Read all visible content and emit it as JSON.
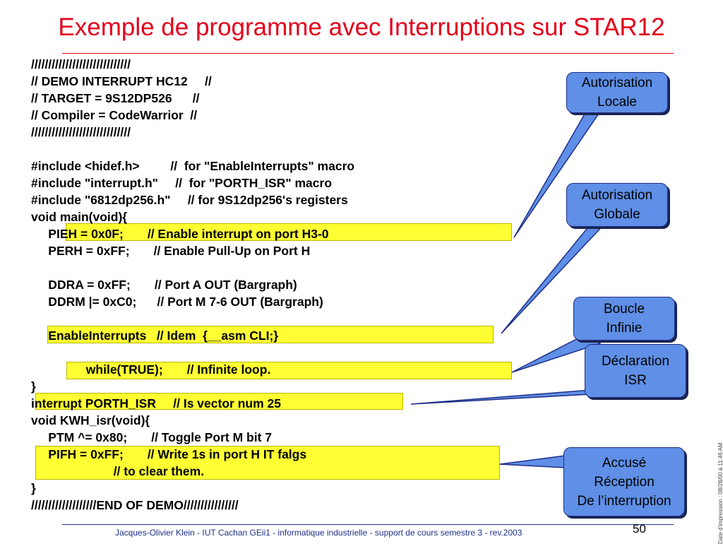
{
  "title": "Exemple de programme avec Interruptions sur STAR12",
  "code_lines": [
    "/////////////////////////////",
    "// DEMO INTERRUPT HC12     //",
    "// TARGET = 9S12DP526      //",
    "// Compiler = CodeWarrior  //",
    "/////////////////////////////",
    "",
    "#include <hidef.h>         //  for \"EnableInterrupts\" macro",
    "#include \"interrupt.h\"     //  for \"PORTH_ISR\" macro",
    "#include \"6812dp256.h\"     // for 9S12dp256's registers",
    "void main(void){",
    "     PIEH = 0x0F;       // Enable interrupt on port H3-0",
    "     PERH = 0xFF;       // Enable Pull-Up on Port H",
    "",
    "     DDRA = 0xFF;       // Port A OUT (Bargraph)",
    "     DDRM |= 0xC0;      // Port M 7-6 OUT (Bargraph)",
    "",
    "     EnableInterrupts   // Idem  {__asm CLI;}",
    "",
    "                while(TRUE);       // Infinite loop.",
    "}",
    "interrupt PORTH_ISR     // Is vector num 25",
    "void KWH_isr(void){",
    "     PTM ^= 0x80;       // Toggle Port M bit 7",
    "     PIFH = 0xFF;       // Write 1s in port H IT falgs",
    "                        // to clear them.",
    "}",
    "///////////////////END OF DEMO////////////////"
  ],
  "callouts": {
    "locale": [
      "Autorisation",
      "Locale"
    ],
    "globale": [
      "Autorisation",
      "Globale"
    ],
    "boucle": [
      "Boucle",
      "Infinie"
    ],
    "isr": [
      "Déclaration",
      "ISR"
    ],
    "accuse": [
      "Accusé",
      "Réception",
      "De l’interruption"
    ]
  },
  "footer": "Jacques-Olivier Klein - IUT Cachan GEii1 - informatique industrielle - support de cours semestre 3 - rev.2003",
  "page_number": "50",
  "print_date": "Date d'impression : 08/28/00 à 11:46 AM",
  "colors": {
    "title": "#e3001b",
    "highlight": "#ffff33",
    "callout": "#5f8fe6",
    "footer": "#1f2f88"
  }
}
